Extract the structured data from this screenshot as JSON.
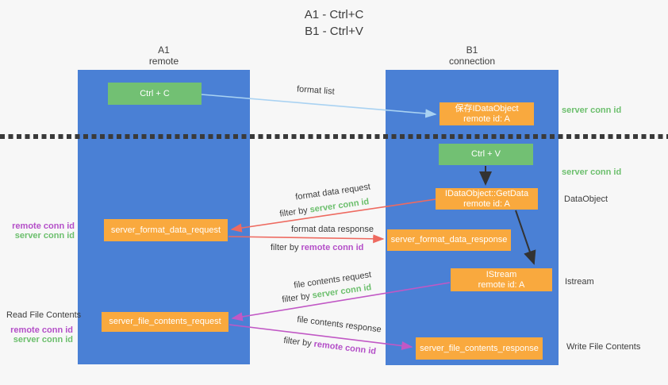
{
  "title": {
    "line1": "A1 - Ctrl+C",
    "line2": "B1 - Ctrl+V"
  },
  "lanes": {
    "left": {
      "name": "A1",
      "role": "remote"
    },
    "right": {
      "name": "B1",
      "role": "connection"
    }
  },
  "nodes": {
    "ctrl_c": "Ctrl + C",
    "ctrl_v": "Ctrl + V",
    "save_dataobject_line1": "保存IDataObject",
    "save_dataobject_line2": "remote id: A",
    "getdata_line1": "IDataObject::GetData",
    "getdata_line2": "remote id: A",
    "istream_line1": "IStream",
    "istream_line2": "remote id: A",
    "format_request": "server_format_data_request",
    "format_response": "server_format_data_response",
    "file_request": "server_file_contents_request",
    "file_response": "server_file_contents_response"
  },
  "arrow_labels": {
    "format_list": "format list",
    "format_data_request": "format data request",
    "format_data_response": "format data response",
    "file_contents_request": "file contents request",
    "file_contents_response": "file contents response",
    "filter_by": "filter by ",
    "server_conn_id": "server conn id",
    "remote_conn_id": "remote conn id"
  },
  "side_labels": {
    "server_conn_id_top": "server conn id",
    "server_conn_id_mid": "server conn id",
    "dataobject": "DataObject",
    "istream": "Istream",
    "write_file_contents": "Write File Contents",
    "read_file_contents": "Read File Contents",
    "remote_conn_id_format": "remote conn id",
    "server_conn_id_format": "server conn id",
    "remote_conn_id_file": "remote conn id",
    "server_conn_id_file": "server conn id"
  },
  "colors": {
    "lane_blue": "#4a80d5",
    "node_green": "#72c073",
    "node_orange": "#f9a93e",
    "arrow_light_blue": "#a9d2f2",
    "arrow_red": "#ee6a60",
    "arrow_magenta": "#c158c5",
    "arrow_black": "#333333",
    "text_green": "#6cbf6d",
    "text_purple": "#b44fc8",
    "text_dark": "#3c3c3c",
    "background": "#f7f7f7"
  }
}
